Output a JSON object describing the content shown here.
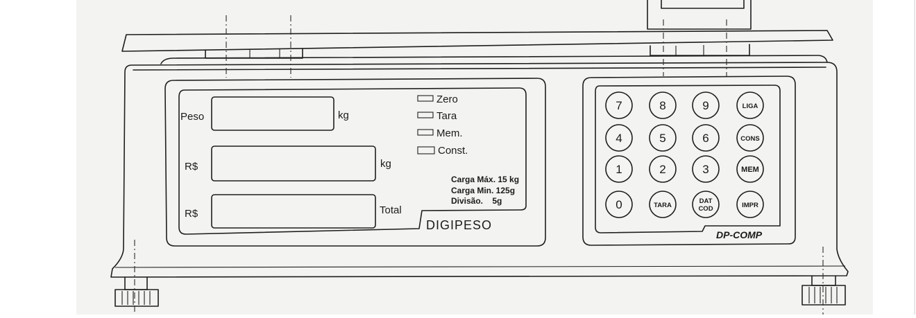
{
  "display": {
    "peso_label": "Peso",
    "peso_unit": "kg",
    "price_label": "R$",
    "price_unit": "kg",
    "total_label": "R$",
    "total_unit": "Total"
  },
  "indicators": [
    "Zero",
    "Tara",
    "Mem.",
    "Const."
  ],
  "specs": {
    "carga_max": "Carga Máx. 15 kg",
    "carga_min": "Carga Min. 125g",
    "divisao": "Divisão.    5g"
  },
  "brand": "DIGIPESO",
  "model": "DP-COMP",
  "keypad": {
    "rows": [
      [
        "7",
        "8",
        "9",
        "LIGA"
      ],
      [
        "4",
        "5",
        "6",
        "CONS"
      ],
      [
        "1",
        "2",
        "3",
        "MEM"
      ],
      [
        "0",
        "TARA",
        "DAT COD",
        "IMPR"
      ]
    ]
  },
  "colors": {
    "paper": "#f3f3f1",
    "ink": "#1e1e1e"
  }
}
